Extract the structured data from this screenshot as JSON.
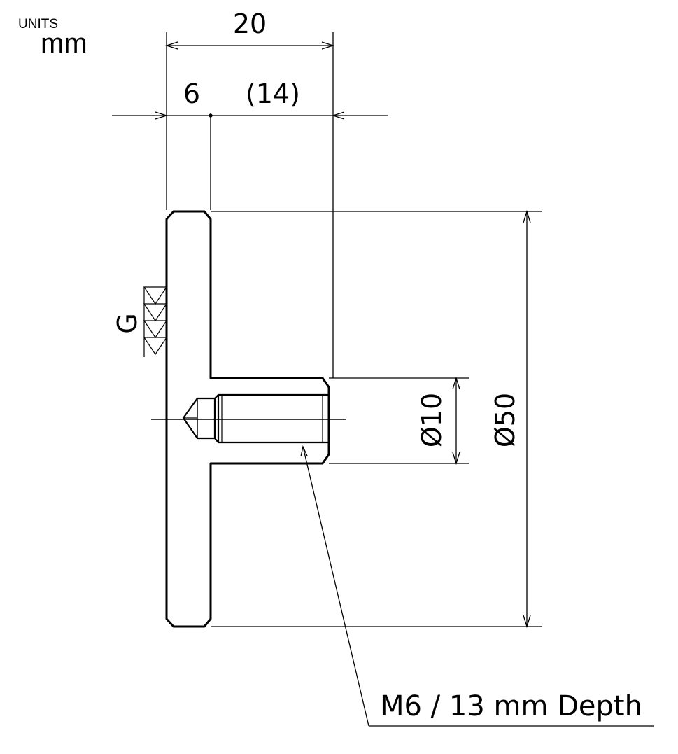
{
  "units": {
    "label": "UNITS",
    "value": "mm"
  },
  "dimensions": {
    "overall_length": "20",
    "flange_thickness": "6",
    "stem_length": "(14)",
    "stem_diameter": "Ø10",
    "flange_diameter": "Ø50"
  },
  "surface_finish": {
    "grade": "G"
  },
  "callout": {
    "thread": "M6 / 13 mm Depth"
  },
  "colors": {
    "line": "#000000",
    "background": "#ffffff"
  }
}
